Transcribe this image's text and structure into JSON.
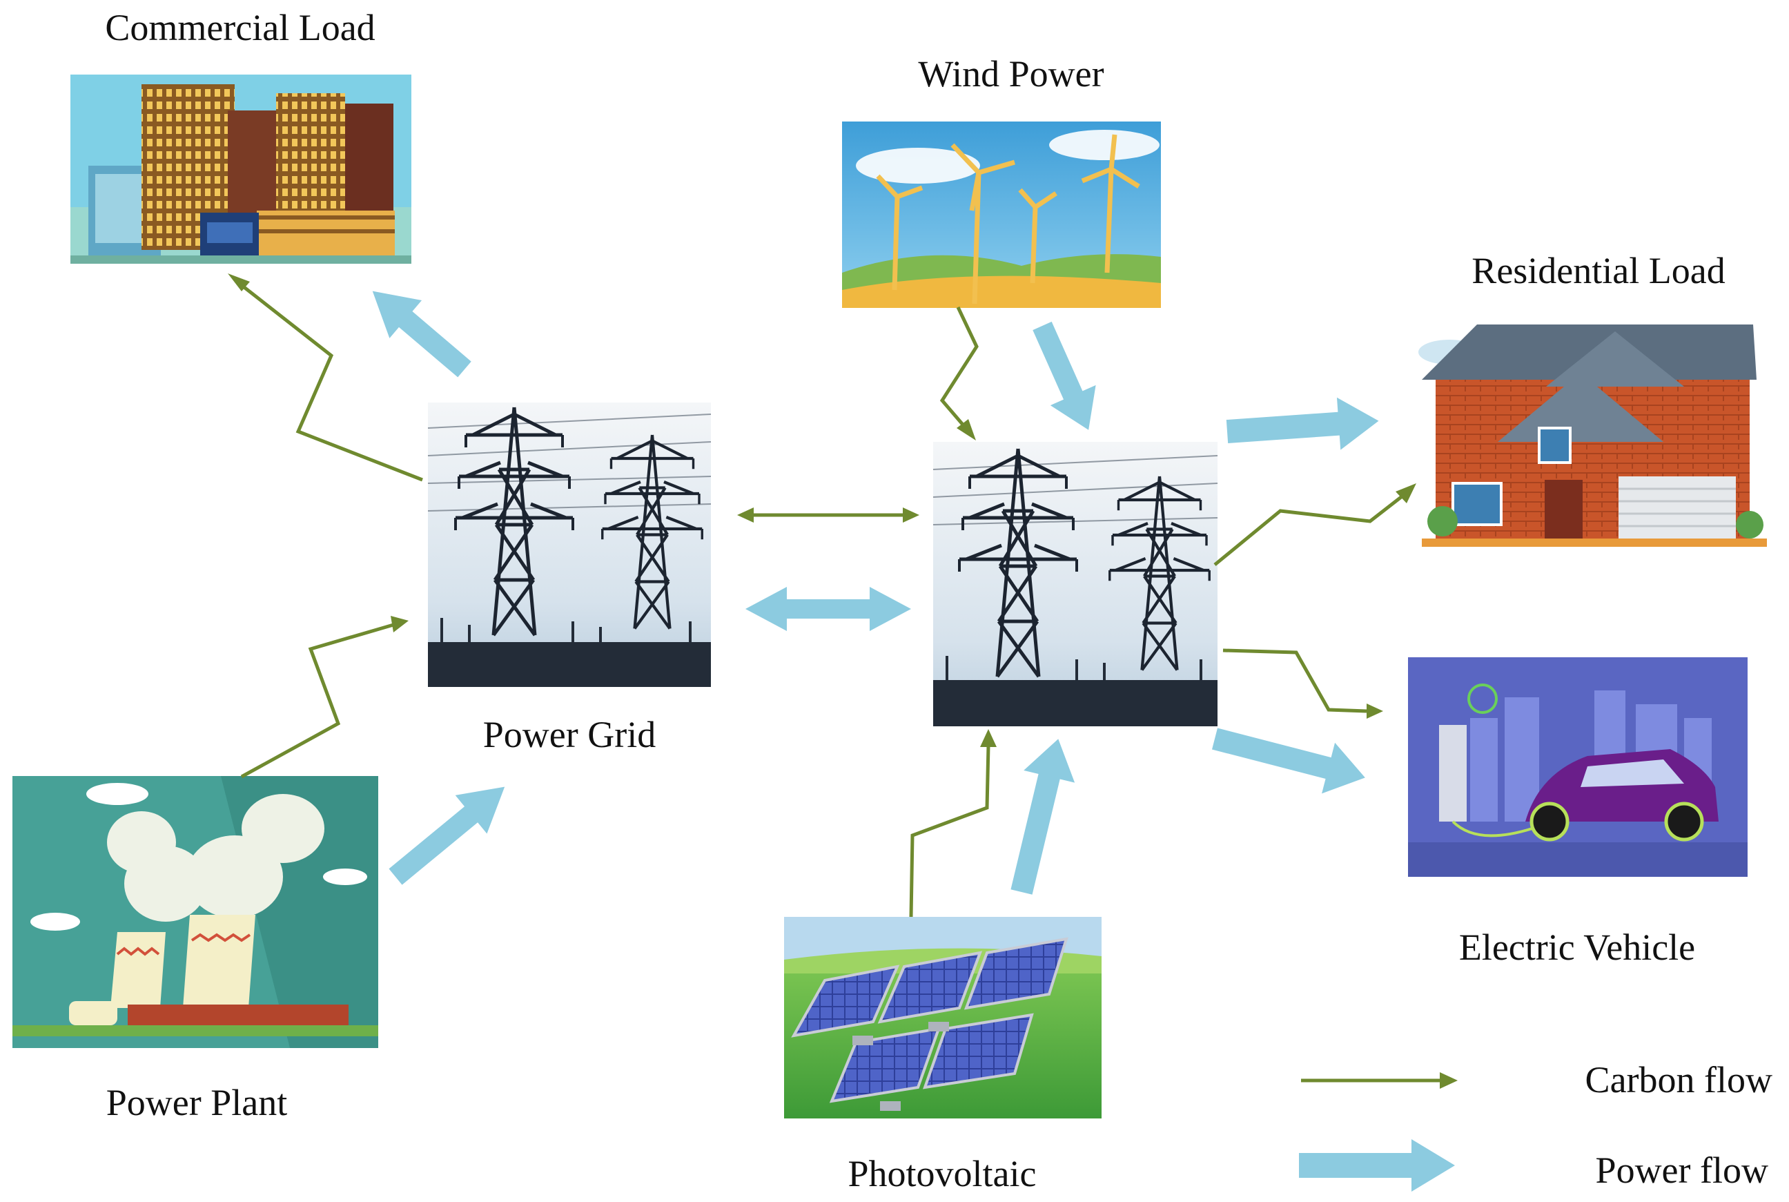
{
  "labels": {
    "commercial_load": "Commercial Load",
    "wind_power": "Wind Power",
    "residential_load": "Residential Load",
    "power_grid": "Power Grid",
    "electric_vehicle": "Electric Vehicle",
    "power_plant": "Power Plant",
    "photovoltaic": "Photovoltaic"
  },
  "legend": {
    "carbon_flow": "Carbon flow",
    "power_flow": "Power flow"
  },
  "colors": {
    "carbon_flow": "#6f8a2f",
    "power_flow": "#8ccbe0"
  }
}
